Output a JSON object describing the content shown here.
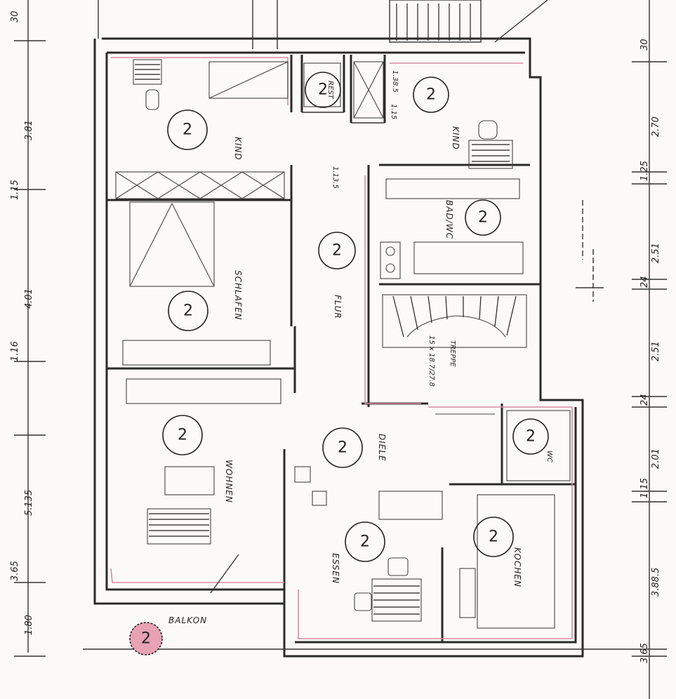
{
  "rooms": [
    {
      "name": "kind-1",
      "label": "KIND",
      "number": "2"
    },
    {
      "name": "rest",
      "label": "REST",
      "number": "2"
    },
    {
      "name": "kind-2",
      "label": "KIND",
      "number": "2"
    },
    {
      "name": "schlafen",
      "label": "SCHLAFEN",
      "number": "2"
    },
    {
      "name": "flur",
      "label": "FLUR",
      "number": "2"
    },
    {
      "name": "bad-wc",
      "label": "BAD/WC",
      "number": "2"
    },
    {
      "name": "wohnen",
      "label": "WOHNEN",
      "number": "2"
    },
    {
      "name": "diele",
      "label": "DIELE",
      "number": "2"
    },
    {
      "name": "wc",
      "label": "WC",
      "number": "2"
    },
    {
      "name": "essen",
      "label": "ESSEN",
      "number": "2"
    },
    {
      "name": "kochen",
      "label": "KOCHEN",
      "number": "2"
    },
    {
      "name": "balkon",
      "label": "BALKON",
      "number": "2"
    }
  ],
  "treppe": {
    "label": "TREPPE",
    "spec": "15 x 18.7/27.8"
  },
  "notes": {
    "flur_dim": "1.13.5",
    "kind2_dim": "1.38.5",
    "kind2_sub": "1.15"
  },
  "dims_left": [
    "30",
    "3.81",
    "1.15",
    "4.01",
    "1.16",
    "5.135",
    "3.65",
    "1.80"
  ],
  "dims_right": [
    "30",
    "2.70",
    "1.25",
    "2.51",
    "24",
    "2.51",
    "24",
    "2.01",
    "1.15",
    "3.88.5",
    "3.65"
  ],
  "colors": {
    "wall": "#2a2a2a",
    "accent_line": "#d98aa0",
    "balkon_fill": "#e7a2b4"
  }
}
